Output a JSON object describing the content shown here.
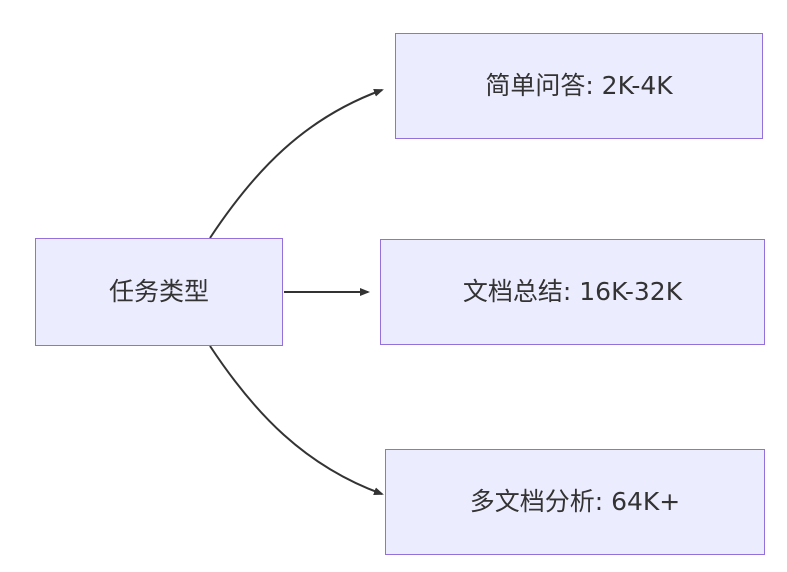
{
  "diagram": {
    "root": {
      "label": "任务类型"
    },
    "nodes": [
      {
        "id": "simple-qa",
        "label": "简单问答: 2K-4K"
      },
      {
        "id": "doc-summary",
        "label": "文档总结: 16K-32K"
      },
      {
        "id": "multi-doc",
        "label": "多文档分析: 64K+"
      }
    ],
    "edges": [
      {
        "from": "root",
        "to": "simple-qa"
      },
      {
        "from": "root",
        "to": "doc-summary"
      },
      {
        "from": "root",
        "to": "multi-doc"
      }
    ],
    "colors": {
      "node_fill": "#ECECFF",
      "node_border": "#9370DB",
      "arrow": "#333333",
      "text": "#333333"
    }
  }
}
